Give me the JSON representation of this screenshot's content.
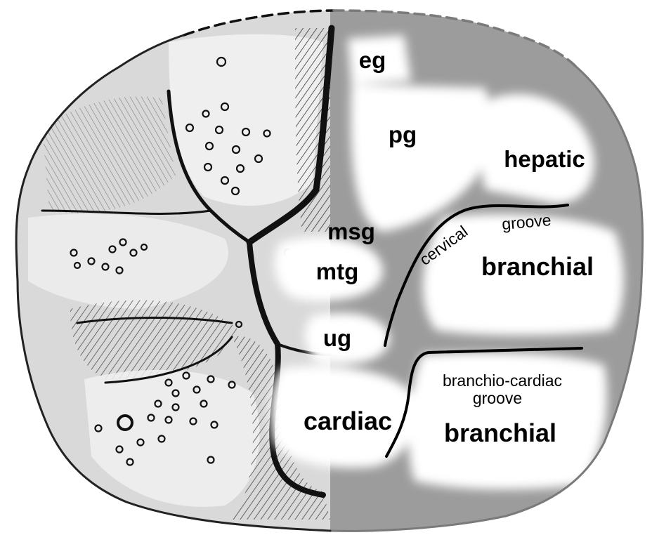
{
  "labels": {
    "eg": "eg",
    "pg": "pg",
    "hepatic": "hepatic",
    "msg": "msg",
    "mtg": "mtg",
    "cervical": "cervical",
    "cervical_groove": "groove",
    "branchial_upper": "branchial",
    "ug": "ug",
    "branchio_cardiac": "branchio-cardiac",
    "branchio_cardiac_groove": "groove",
    "cardiac": "cardiac",
    "branchial_lower": "branchial"
  },
  "colors": {
    "left_half": "#d9d9d9",
    "right_half": "#9c9c9c",
    "region_fill": "#ffffff",
    "groove_line": "#000000"
  }
}
